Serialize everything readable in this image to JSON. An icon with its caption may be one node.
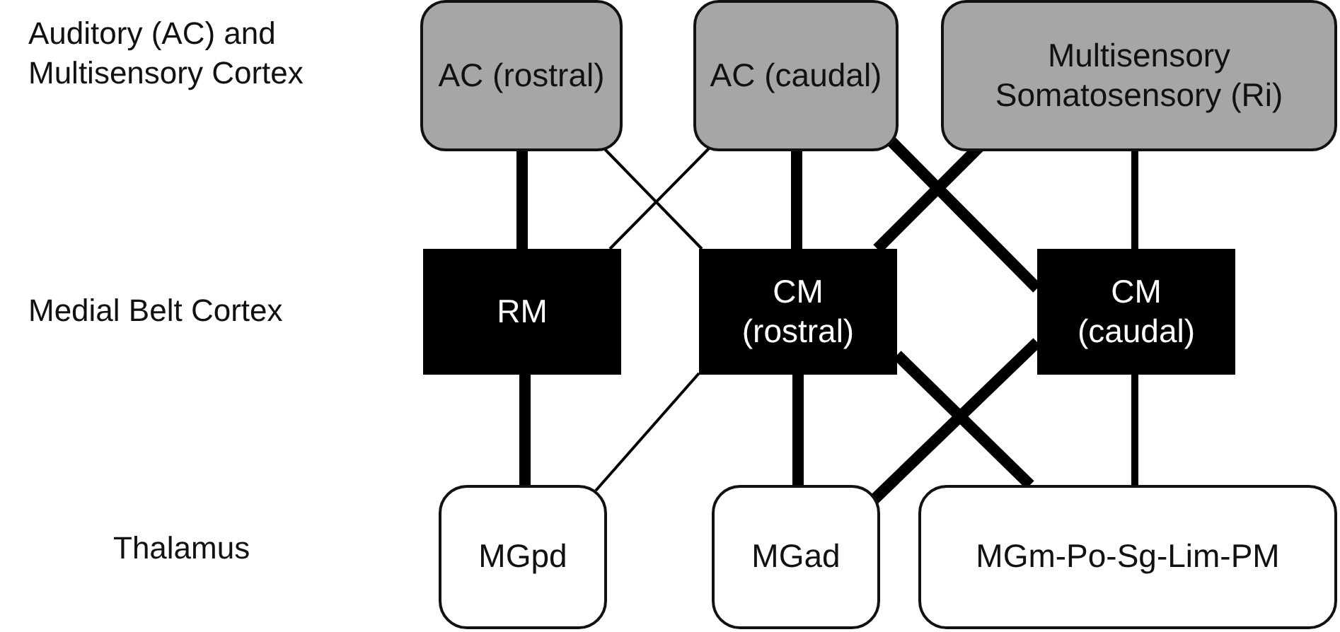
{
  "diagram": {
    "nodes": [
      {
        "text": [
          "AC (rostral)"
        ]
      },
      {
        "text": [
          "AC (caudal)"
        ]
      },
      {
        "text": [
          "Multisensory Somatosensory (Ri)"
        ]
      },
      {
        "text": [
          "RM"
        ]
      },
      {
        "text": [
          "CM (rostral)"
        ]
      },
      {
        "text": [
          "CM (caudal)"
        ]
      },
      {
        "text": [
          "MGpd"
        ]
      },
      {
        "text": [
          "MGad"
        ]
      },
      {
        "text": [
          "MGm-Po-Sg-Lim-PM"
        ]
      }
    ],
    "edges": [
      {
        "from": 0,
        "to": 3,
        "arrow": "none"
      },
      {
        "from": 0,
        "to": 4,
        "arrow": "none"
      },
      {
        "from": 1,
        "to": 3,
        "arrow": "none"
      },
      {
        "from": 1,
        "to": 4,
        "arrow": "none"
      },
      {
        "from": 1,
        "to": 5,
        "arrow": "none"
      },
      {
        "from": 2,
        "to": 4,
        "arrow": "none"
      },
      {
        "from": 2,
        "to": 5,
        "arrow": "none"
      },
      {
        "from": 3,
        "to": 6,
        "arrow": "none"
      },
      {
        "from": 4,
        "to": 6,
        "arrow": "none"
      },
      {
        "from": 4,
        "to": 7,
        "arrow": "none"
      },
      {
        "from": 4,
        "to": 8,
        "arrow": "none"
      },
      {
        "from": 5,
        "to": 7,
        "arrow": "none"
      },
      {
        "from": 5,
        "to": 8,
        "arrow": "none"
      }
    ],
    "labels": [
      "Auditory (AC) and Multisensory Cortex",
      "Medial Belt Cortex",
      "Thalamus"
    ]
  }
}
